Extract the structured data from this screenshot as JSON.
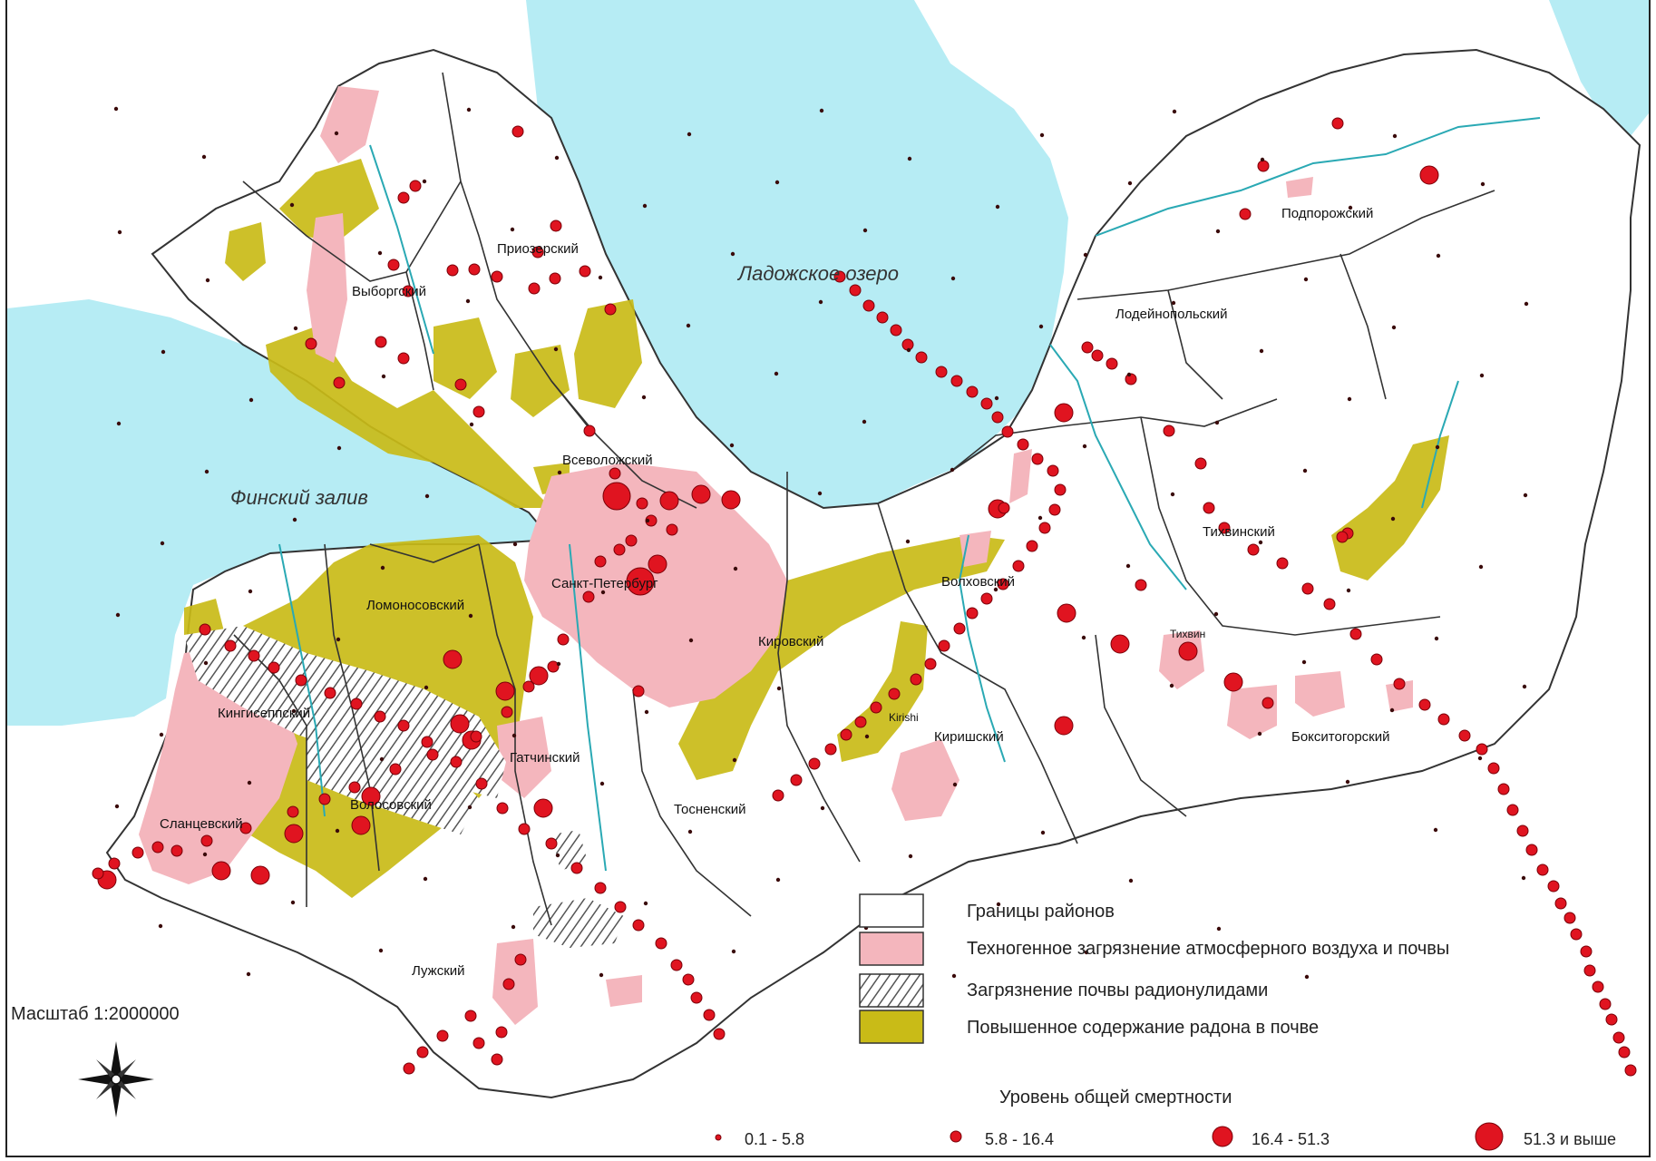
{
  "map": {
    "water_labels": {
      "ladoga": "Ладожское озеро",
      "gulf": "Финский залив"
    },
    "districts": [
      {
        "key": "vyborgsky",
        "name": "Выборгский"
      },
      {
        "key": "priozersky",
        "name": "Приозерский"
      },
      {
        "key": "vsevolozhsky",
        "name": "Всеволожский"
      },
      {
        "key": "spb",
        "name": "Санкт-Петербург"
      },
      {
        "key": "lomonosovsky",
        "name": "Ломоносовский"
      },
      {
        "key": "kingiseppsky",
        "name": "Кингисеппский"
      },
      {
        "key": "volosovsky",
        "name": "Волосовский"
      },
      {
        "key": "slantsevsky",
        "name": "Сланцевский"
      },
      {
        "key": "gatchinsky",
        "name": "Гатчинский"
      },
      {
        "key": "tosnensky",
        "name": "Тосненский"
      },
      {
        "key": "kirovsky",
        "name": "Кировский"
      },
      {
        "key": "volkhovsky",
        "name": "Волховский"
      },
      {
        "key": "kirishsky",
        "name": "Киришский"
      },
      {
        "key": "luzhsky",
        "name": "Лужский"
      },
      {
        "key": "podporozhsky",
        "name": "Подпорожский"
      },
      {
        "key": "lodeynopolsky",
        "name": "Лодейнопольский"
      },
      {
        "key": "tikhvinsky",
        "name": "Тихвинский"
      },
      {
        "key": "boksitogorsky",
        "name": "Бокситогорский"
      }
    ],
    "town_labels": {
      "tikhvin": "Тихвин",
      "kirishi": "Kirishi"
    },
    "scale_text": "Масштаб  1:2000000",
    "compass_icon": "compass-rose-icon"
  },
  "legend": {
    "items": [
      {
        "label": "Границы районов",
        "swatch": "boundary",
        "color": "#ffffff"
      },
      {
        "label": "Техногенное загрязнение атмосферного воздуха и почвы",
        "swatch": "pollution",
        "color": "#f4b6bd"
      },
      {
        "label": "Загрязнение почвы радионулидами",
        "swatch": "radionuclide",
        "color": "#555555"
      },
      {
        "label": "Повышенное содержание радона в почве",
        "swatch": "radon",
        "color": "#c9bb17"
      }
    ],
    "mortality_title": "Уровень общей смертности",
    "mortality_classes": [
      {
        "label": "0.1 - 5.8"
      },
      {
        "label": "5.8 - 16.4"
      },
      {
        "label": "16.4 - 51.3"
      },
      {
        "label": "51.3  и выше"
      }
    ]
  },
  "colors": {
    "water": "#b6ecf4",
    "river": "#2aa9b4",
    "pollution": "#f4b6bd",
    "radon": "#c9bb17",
    "dot": "#e01420",
    "dot_stroke": "#7a0008"
  }
}
